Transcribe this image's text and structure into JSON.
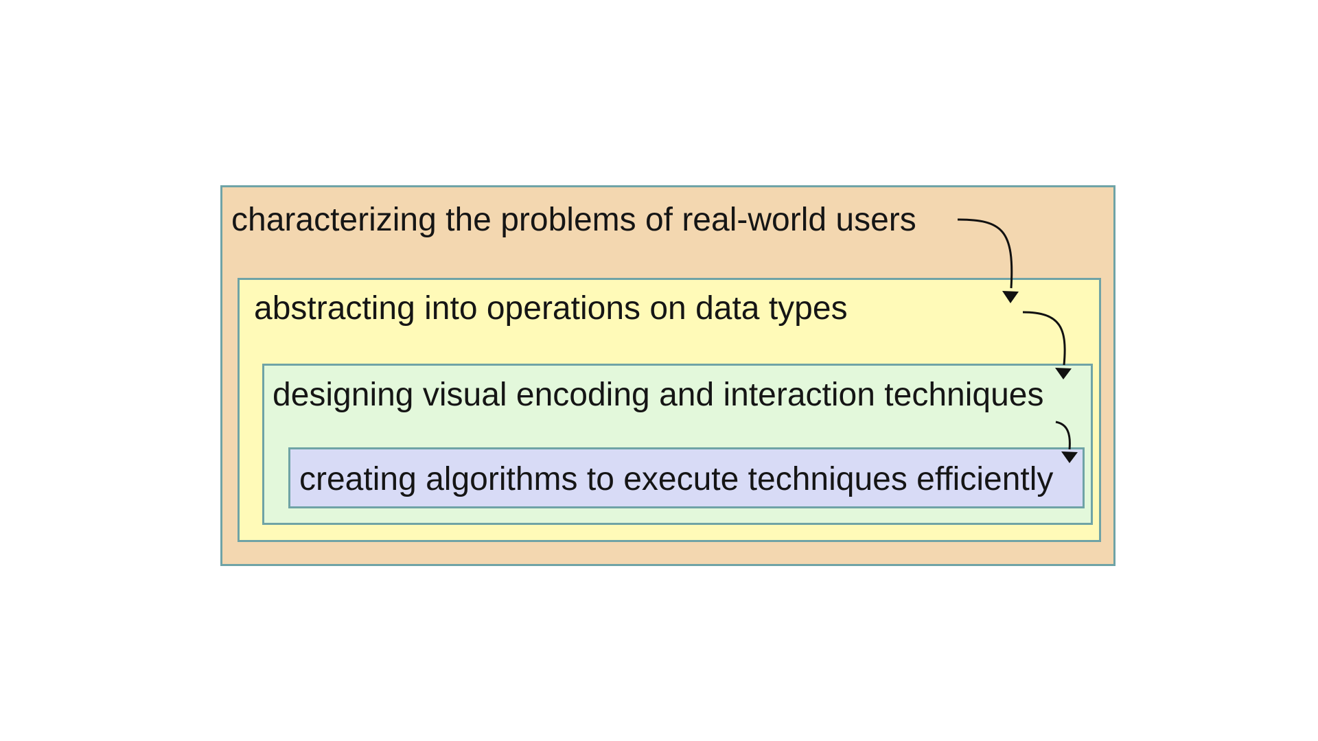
{
  "levels": [
    {
      "label": "characterizing the problems of real-world users",
      "fill": "#f3d7b0"
    },
    {
      "label": "abstracting into operations on data types",
      "fill": "#fffab8"
    },
    {
      "label": "designing visual encoding and interaction techniques",
      "fill": "#e3f8db"
    },
    {
      "label": "creating algorithms to execute techniques efficiently",
      "fill": "#d8dbf6"
    }
  ],
  "border_color": "#6fa3a6",
  "arrow_color": "#111111"
}
